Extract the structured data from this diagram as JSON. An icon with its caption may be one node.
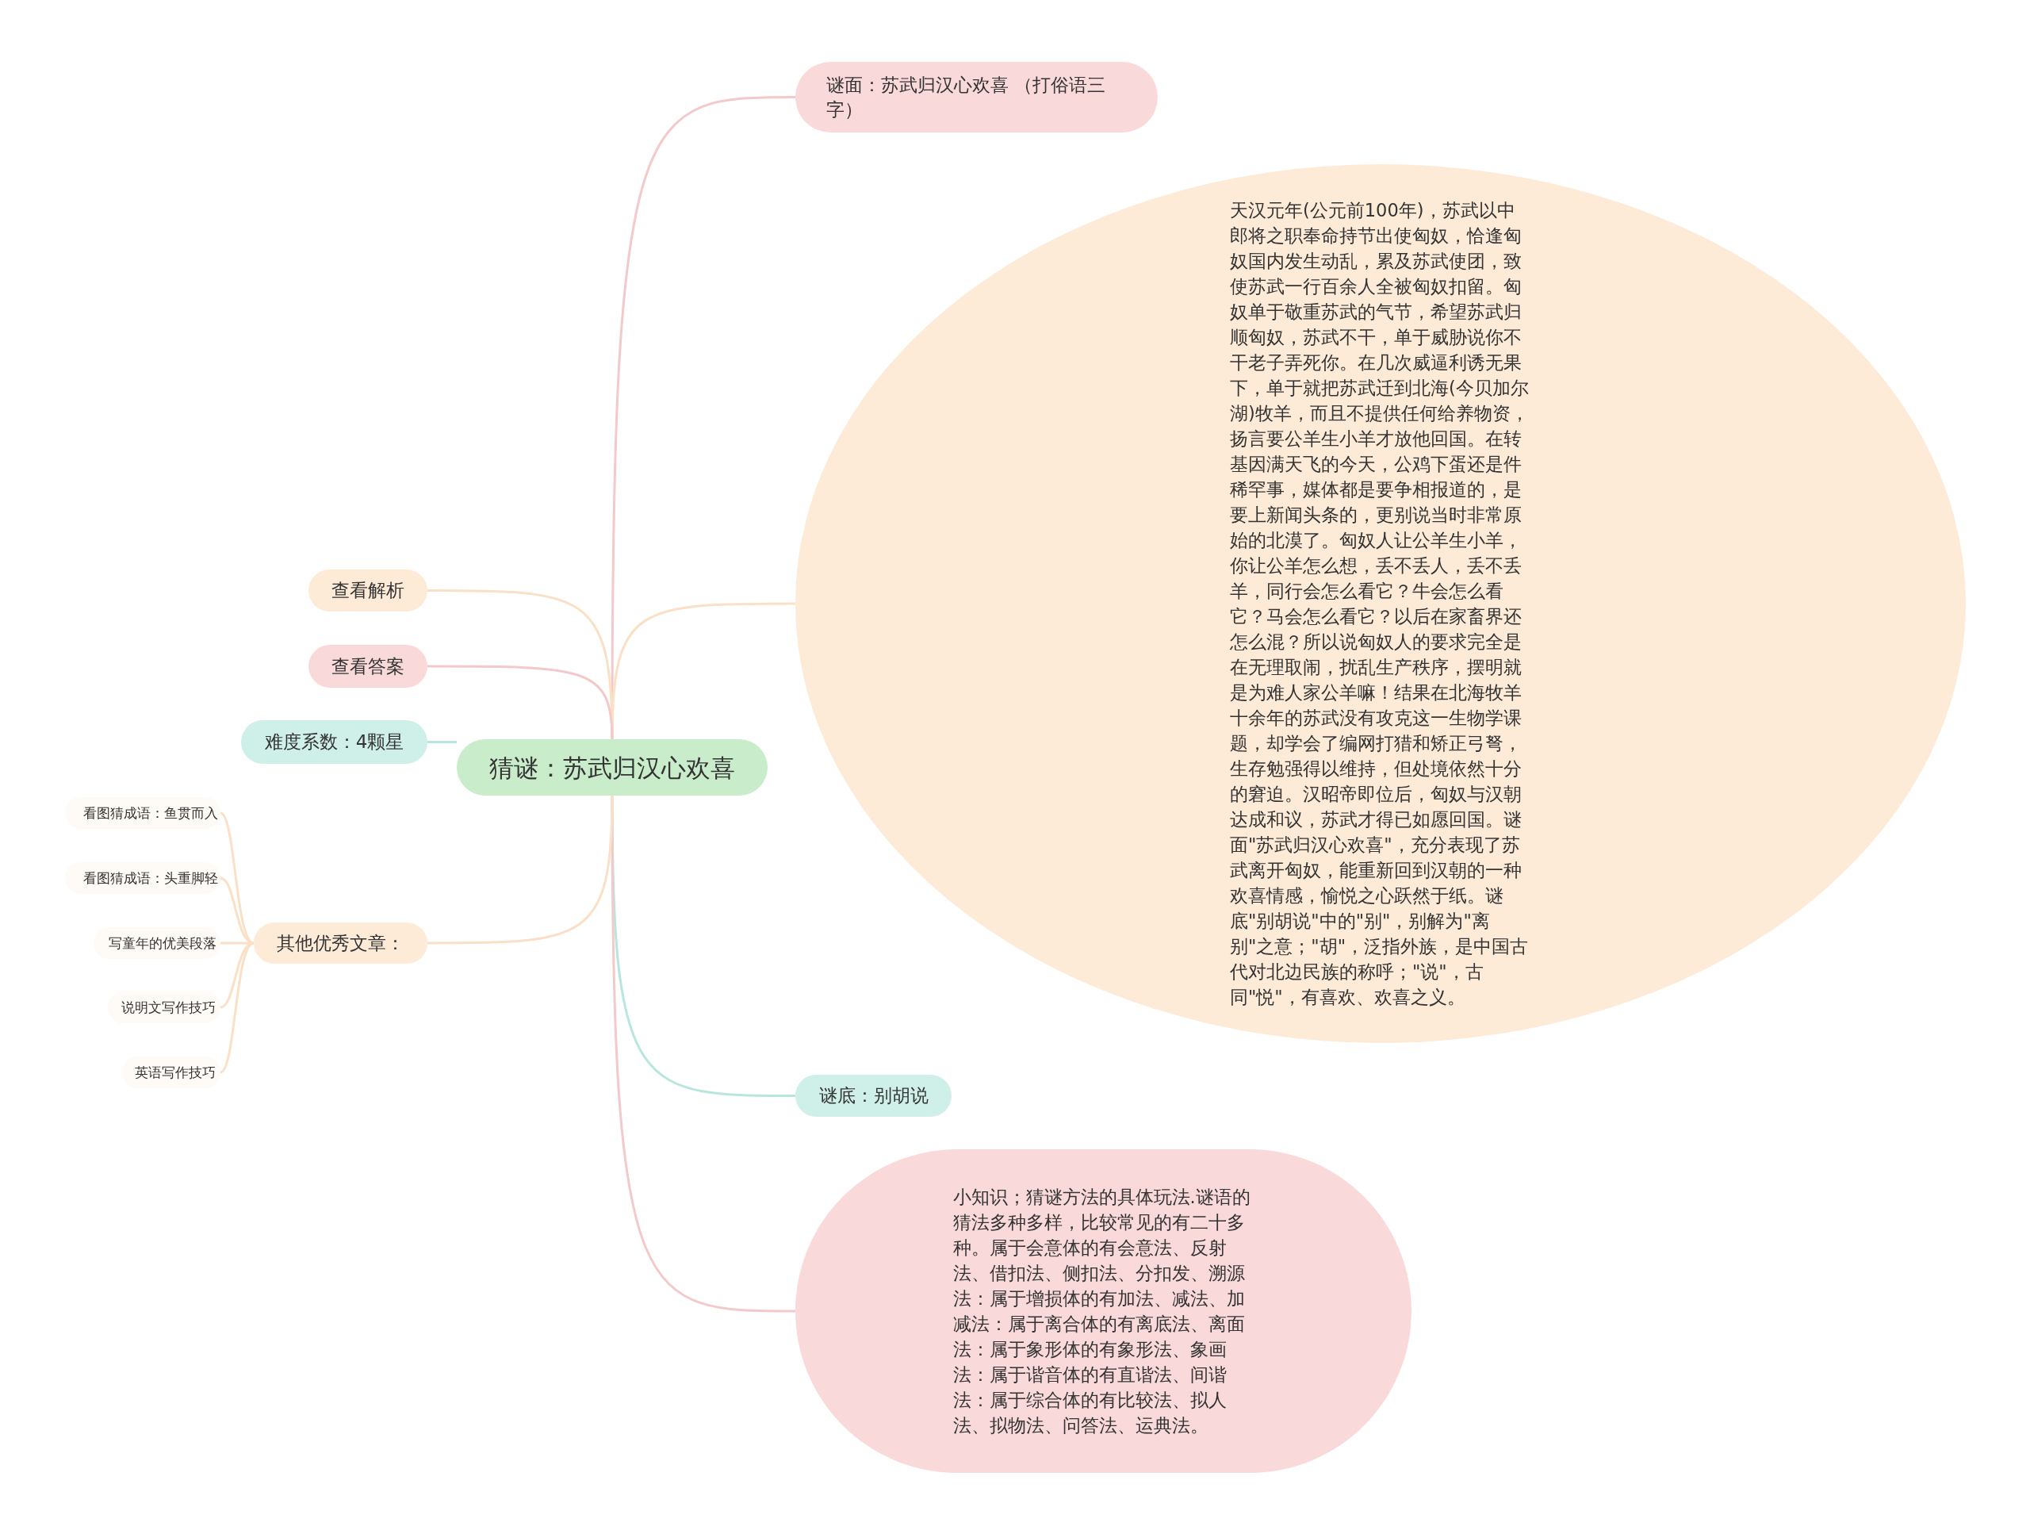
{
  "diagram": {
    "nodes": [
      {
        "text": [
          "猜谜：苏武归汉心欢喜"
        ]
      },
      {
        "text": [
          "谜面：苏武归汉心欢喜 （打俗语三字）"
        ]
      },
      {
        "text": [
          "天汉元年(公元前100年)，苏武以中郎将之职奉命持节出使匈奴，恰逢匈奴国内发生动乱，累及苏武使团，致使苏武一行百余人全被匈奴扣留。匈奴单于敬重苏武的气节，希望苏武归顺匈奴，苏武不干，单于威胁说你不干老子弄死你。在几次威逼利诱无果下，单于就把苏武迁到北海(今贝加尔湖)牧羊，而且不提供任何给养物资，扬言要公羊生小羊才放他回国。在转基因满天飞的今天，公鸡下蛋还是件稀罕事，媒体都是要争相报道的，是要上新闻头条的，更别说当时非常原始的北漠了。匈奴人让公羊生小羊，你让公羊怎么想，丢不丢人，丢不丢羊，同行会怎么看它？牛会怎么看它？马会怎么看它？以后在家畜界还怎么混？所以说匈奴人的要求完全是在无理取闹，扰乱生产秩序，摆明就是为难人家公羊嘛！结果在北海牧羊十余年的苏武没有攻克这一生物学课题，却学会了编网打猎和矫正弓弩，生存勉强得以维持，但处境依然十分的窘迫。汉昭帝即位后，匈奴与汉朝达成和议，苏武才得已如愿回国。谜面\"苏武归汉心欢喜\"，充分表现了苏武离开匈奴，能重新回到汉朝的一种欢喜情感，愉悦之心跃然于纸。谜底\"别胡说\"中的\"别\"，别解为\"离别\"之意；\"胡\"，泛指外族，是中国古代对北边民族的称呼；\"说\"，古同\"悦\"，有喜欢、欢喜之义。"
        ]
      },
      {
        "text": [
          "谜底：别胡说"
        ]
      },
      {
        "text": [
          "小知识；猜谜方法的具体玩法.谜语的猜法多种多样，比较常见的有二十多种。属于会意体的有会意法、反射法、借扣法、侧扣法、分扣发、溯源法：属于增损体的有加法、减法、加减法：属于离合体的有离底法、离面法：属于象形体的有象形法、象画法：属于谐音体的有直谐法、间谐法：属于综合体的有比较法、拟人法、拟物法、问答法、运典法。"
        ]
      },
      {
        "text": [
          "查看解析"
        ]
      },
      {
        "text": [
          "查看答案"
        ]
      },
      {
        "text": [
          "难度系数：4颗星"
        ]
      },
      {
        "text": [
          "其他优秀文章："
        ]
      },
      {
        "text": [
          "看图猜成语：鱼贯而入"
        ]
      },
      {
        "text": [
          "看图猜成语：头重脚轻"
        ]
      },
      {
        "text": [
          "写童年的优美段落"
        ]
      },
      {
        "text": [
          "说明文写作技巧"
        ]
      },
      {
        "text": [
          "英语写作技巧"
        ]
      }
    ],
    "edges": [
      {
        "from": 0,
        "to": 1,
        "arrow": "none",
        "color": "#f3c9ca"
      },
      {
        "from": 0,
        "to": 2,
        "arrow": "none"
      },
      {
        "from": 0,
        "to": 3,
        "arrow": "none",
        "color": "#b7e6de"
      },
      {
        "from": 0,
        "to": 4,
        "arrow": "none",
        "color": "#f3c9ca"
      },
      {
        "from": 0,
        "to": 5,
        "arrow": "none"
      },
      {
        "from": 0,
        "to": 6,
        "arrow": "none",
        "color": "#f3c9ca"
      },
      {
        "from": 0,
        "to": 7,
        "arrow": "none",
        "color": "#b7e6de"
      },
      {
        "from": 0,
        "to": 8,
        "arrow": "none"
      },
      {
        "from": 8,
        "to": 9,
        "arrow": "none"
      },
      {
        "from": 8,
        "to": 10,
        "arrow": "none"
      },
      {
        "from": 8,
        "to": 11,
        "arrow": "none"
      },
      {
        "from": 8,
        "to": 12,
        "arrow": "none"
      },
      {
        "from": 8,
        "to": 13,
        "arrow": "none"
      }
    ]
  }
}
